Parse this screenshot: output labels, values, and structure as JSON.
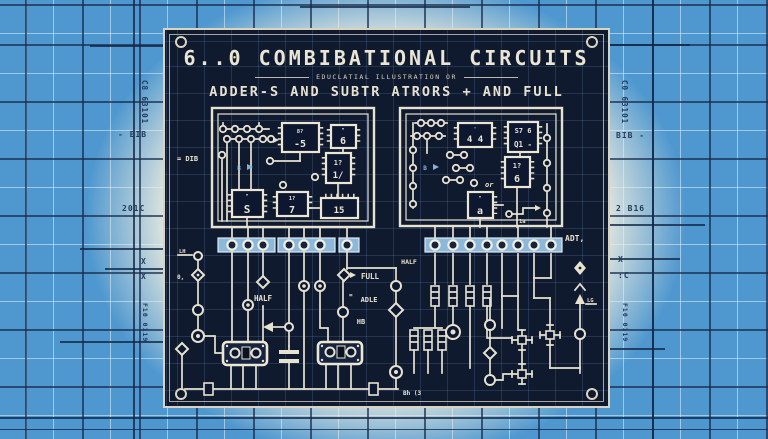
{
  "title_block": {
    "title": "6..0 COMBIBATIONAL CIRCUITS",
    "subtitle_small": "EDUCLATIAL ILLUSTRATION OR",
    "subtitle": "ADDER-S AND SUBTR ATRORS + AND FULL"
  },
  "margins": {
    "left": {
      "top_code": "C8 63101",
      "eib": "- EIB",
      "code2": "201C",
      "x1": "X",
      "x2": "X",
      "bottom_code": "F10 0119"
    },
    "right": {
      "top_code": "C0 63101",
      "bib": "BIB -",
      "code2": "2 B16",
      "x1": "X",
      "x2": ":C",
      "bottom_code": "F10 0119"
    }
  },
  "panel": {
    "labels": {
      "dib": "= DIB",
      "lh": "LH",
      "zero": "0,",
      "half_left": "HALF",
      "full": "FULL",
      "adle": "ADLE",
      "hb": "HB",
      "half_right": "HALF",
      "adt": "ADT,",
      "lg": "LG",
      "or_label": "or",
      "bh": "Bh (3",
      "b_left": "B",
      "b_right": "B",
      "ia": "1a",
      "eq": "="
    },
    "left_chips": [
      {
        "top": "8?",
        "main": "-5"
      },
      {
        "top": "\"",
        "main": "6"
      },
      {
        "top": "1?",
        "main": "1/"
      },
      {
        "top": "\"",
        "main": "S"
      },
      {
        "top": "1?",
        "main": "7"
      },
      {
        "top": "",
        "main": "15"
      }
    ],
    "right_chips": [
      {
        "top": "'",
        "main": "4 4"
      },
      {
        "top": "S7 6",
        "main": "Q1 -"
      },
      {
        "top": "1?",
        "main": "6"
      },
      {
        "top": "\"",
        "main": "a"
      }
    ],
    "terminal_strips": {
      "left_hole_groups": [
        3,
        3,
        1
      ],
      "right_holes": 8
    }
  },
  "colors": {
    "background_blue": "#4f98cf",
    "panel_navy": "#101a2f",
    "ink_cream": "#e7e2d0",
    "strip_blue": "#8cb9da",
    "accent_blue": "#7fb3dc",
    "margin_ink": "#223a5e",
    "halo_cream": "#f0ede0"
  }
}
